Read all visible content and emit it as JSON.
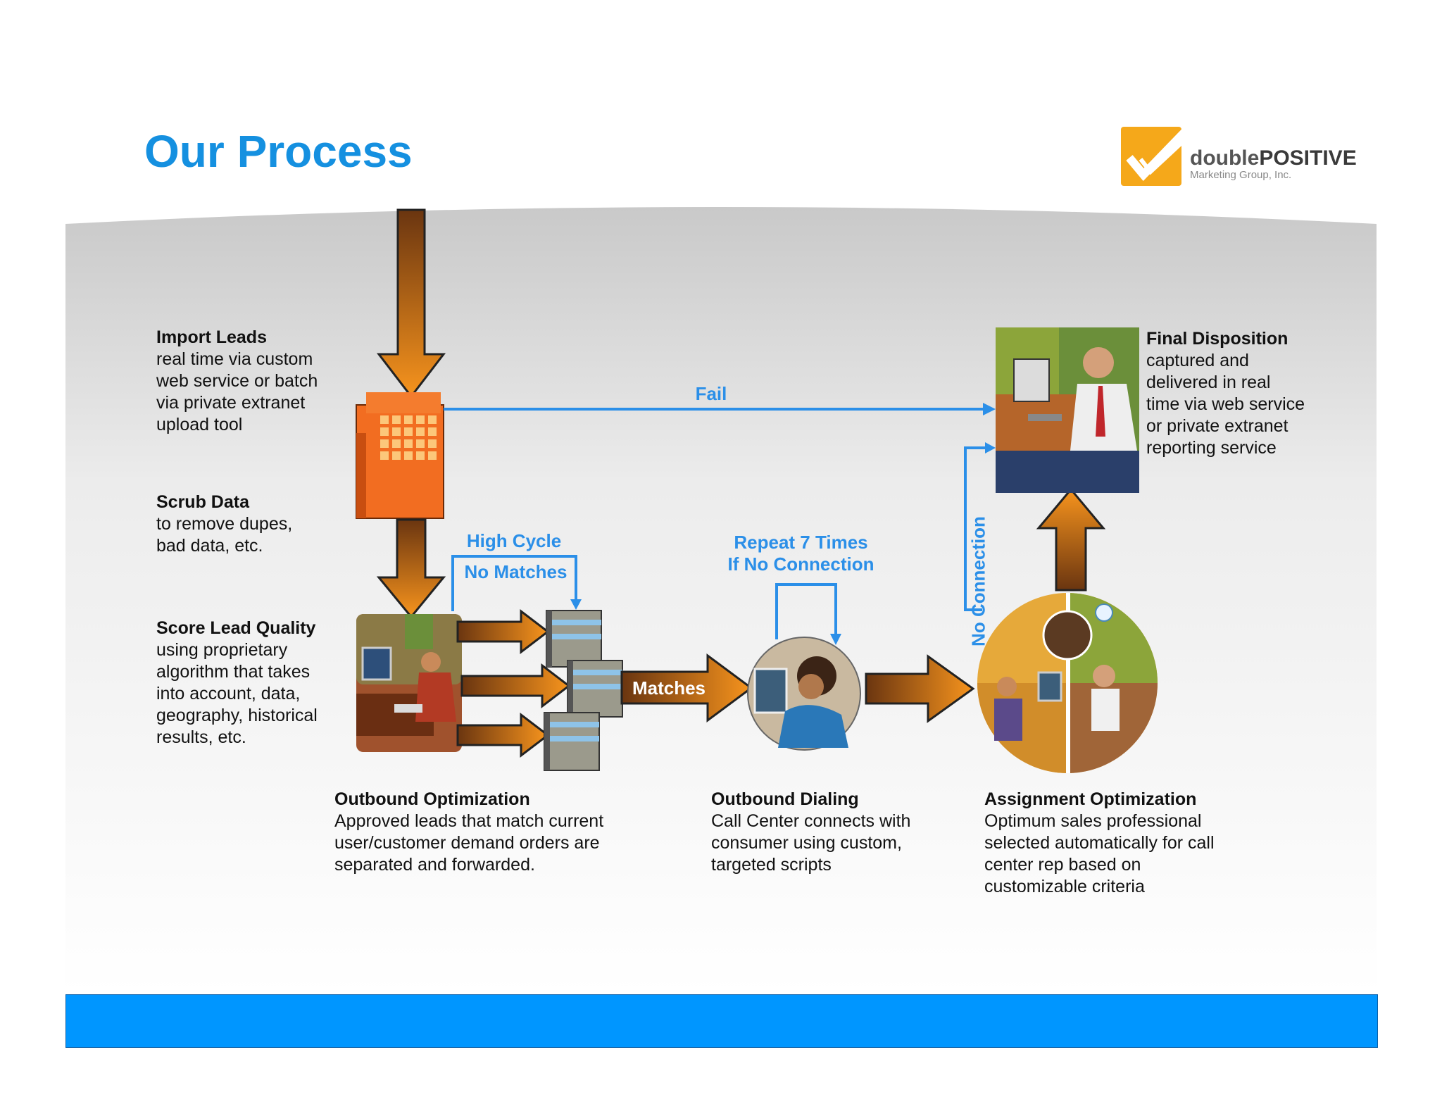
{
  "title": "Our Process",
  "logo": {
    "name_prefix": "double",
    "name_suffix": "POSITIVE",
    "subtitle": "Marketing Group, Inc."
  },
  "steps": {
    "import": {
      "heading": "Import Leads",
      "body": "real time via custom\nweb service or batch\nvia private extranet\nupload tool"
    },
    "scrub": {
      "heading": "Scrub Data",
      "body": "to remove dupes,\nbad data, etc."
    },
    "score": {
      "heading": "Score Lead Quality",
      "body": "using proprietary\nalgorithm that takes\ninto account, data,\ngeography, historical\nresults, etc."
    },
    "final": {
      "heading": "Final Disposition",
      "body": "captured and\ndelivered in real\ntime via web service\nor private extranet\nreporting service"
    },
    "outbound_opt": {
      "heading": "Outbound Optimization",
      "body": "Approved leads that match current\nuser/customer demand orders are\nseparated and forwarded."
    },
    "outbound_dial": {
      "heading": "Outbound Dialing",
      "body": "Call Center connects with\nconsumer using custom,\ntargeted scripts"
    },
    "assignment": {
      "heading": "Assignment Optimization",
      "body": "Optimum sales professional\nselected automatically for call\ncenter rep based on\ncustomizable criteria"
    }
  },
  "flow_labels": {
    "fail": "Fail",
    "high_cycle": "High Cycle",
    "no_matches": "No Matches",
    "matches": "Matches",
    "repeat": "Repeat 7 Times\nIf No Connection",
    "no_connection": "No Connection"
  },
  "colors": {
    "title_blue": "#1590e0",
    "flow_blue": "#2b8fe8",
    "arrow_orange": "#f7941d",
    "arrow_brown": "#7a3f10",
    "footer_blue": "#0096ff"
  },
  "icons": [
    "building-icon",
    "office-worker-icon",
    "server-stack-icon",
    "call-agent-icon",
    "team-circle-icon",
    "manager-photo-icon",
    "logo-checkmark-icon"
  ]
}
